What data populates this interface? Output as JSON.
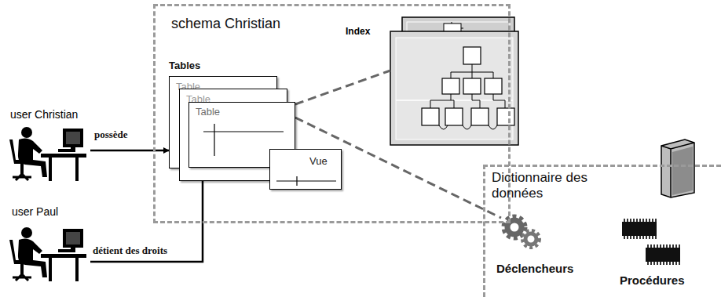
{
  "diagram": {
    "nodes": [
      {
        "text": [
          "schema Christian"
        ]
      },
      {
        "text": [
          "Table"
        ],
        "in": 0
      },
      {
        "text": [
          "Table"
        ],
        "in": 0
      },
      {
        "text": [
          "Table"
        ],
        "in": 0
      },
      {
        "text": [
          "Vue"
        ],
        "in": 0
      },
      {
        "text": [
          "Index"
        ],
        "in": 0
      },
      {
        "text": [
          "user Christian"
        ]
      },
      {
        "text": [
          "user Paul"
        ]
      },
      {
        "text": [
          "Dictionnaire des données"
        ]
      },
      {
        "text": [
          "Déclencheurs"
        ],
        "in": 8
      },
      {
        "text": [
          "Procédures"
        ],
        "in": 8
      }
    ],
    "edges": [
      {
        "from": 6,
        "to": 1,
        "arrow": "to",
        "label": "possède"
      },
      {
        "from": 7,
        "to": 3,
        "arrow": "to",
        "label": "détient des droits"
      },
      {
        "from": 3,
        "to": 5,
        "arrow": "none"
      },
      {
        "from": 3,
        "to": 9,
        "arrow": "none"
      }
    ],
    "labels": [
      "Tables"
    ]
  }
}
